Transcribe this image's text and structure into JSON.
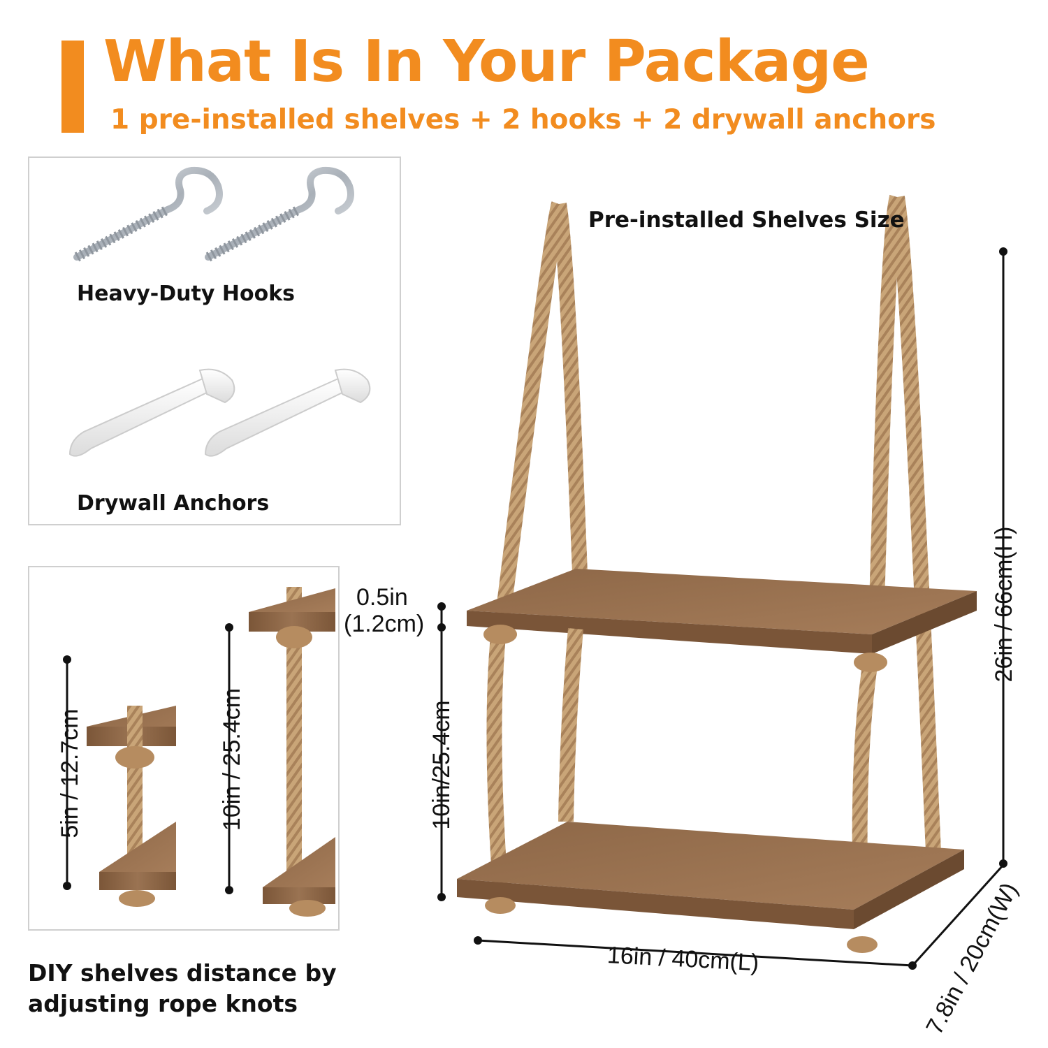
{
  "header": {
    "title": "What Is In Your Package",
    "subtitle": "1 pre-installed shelves + 2 hooks + 2 drywall anchors"
  },
  "accessories": {
    "hooks_label": "Heavy-Duty Hooks",
    "anchors_label": "Drywall Anchors"
  },
  "diy": {
    "dim_short": "5in / 12.7cm",
    "dim_long": "10in / 25.4cm",
    "caption_line1": "DIY shelves distance by",
    "caption_line2": "adjusting rope knots"
  },
  "product": {
    "size_title": "Pre-installed Shelves Size",
    "thickness_line1": "0.5in",
    "thickness_line2": "(1.2cm)",
    "spacing": "10in/25.4cm",
    "height": "26in / 66cm(H)",
    "length": "16in / 40cm(L)",
    "width": "7.8in / 20cm(W)"
  },
  "colors": {
    "accent": "#f28c1f",
    "wood": "#8a6342",
    "rope": "#c7a275"
  },
  "icons": [
    "screw-hook-icon",
    "drywall-anchor-icon"
  ]
}
